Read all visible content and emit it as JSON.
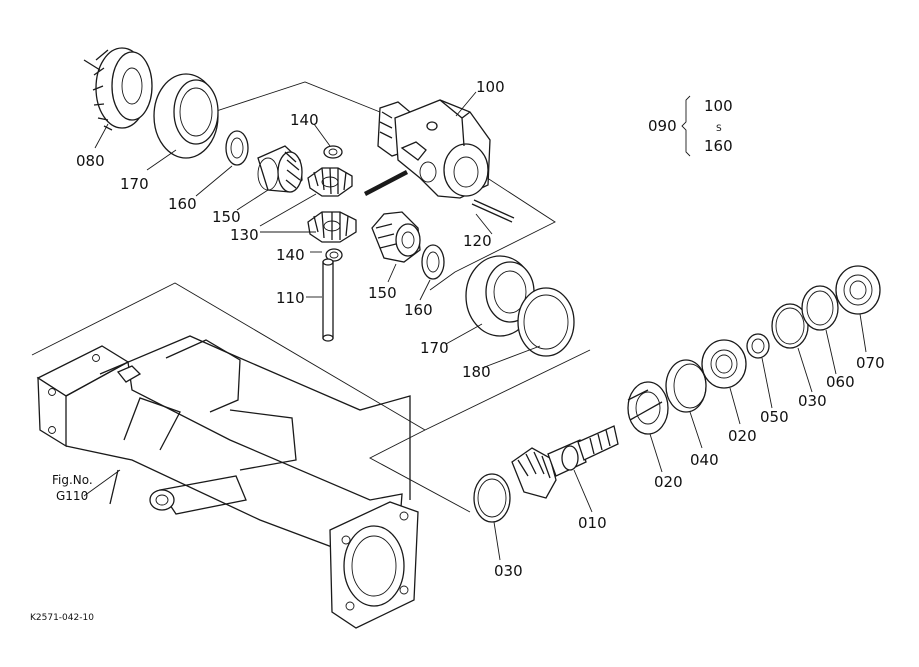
{
  "part_labels": {
    "p080": "080",
    "p170a": "170",
    "p160a": "160",
    "p150a": "150",
    "p130": "130",
    "p140a": "140",
    "p140b": "140",
    "p100": "100",
    "p120": "120",
    "p150b": "150",
    "p160b": "160",
    "p110": "110",
    "p170b": "170",
    "p180": "180",
    "p090": "090",
    "range_from": "100",
    "range_sep": "S",
    "range_to": "160",
    "p070": "070",
    "p060": "060",
    "p030a": "030",
    "p050": "050",
    "p020a": "020",
    "p040": "040",
    "p020b": "020",
    "p010": "010",
    "p030b": "030"
  },
  "fig_ref": {
    "line1": "Fig.No.",
    "line2": "G110"
  },
  "drawing_code": "K2571-042-10"
}
